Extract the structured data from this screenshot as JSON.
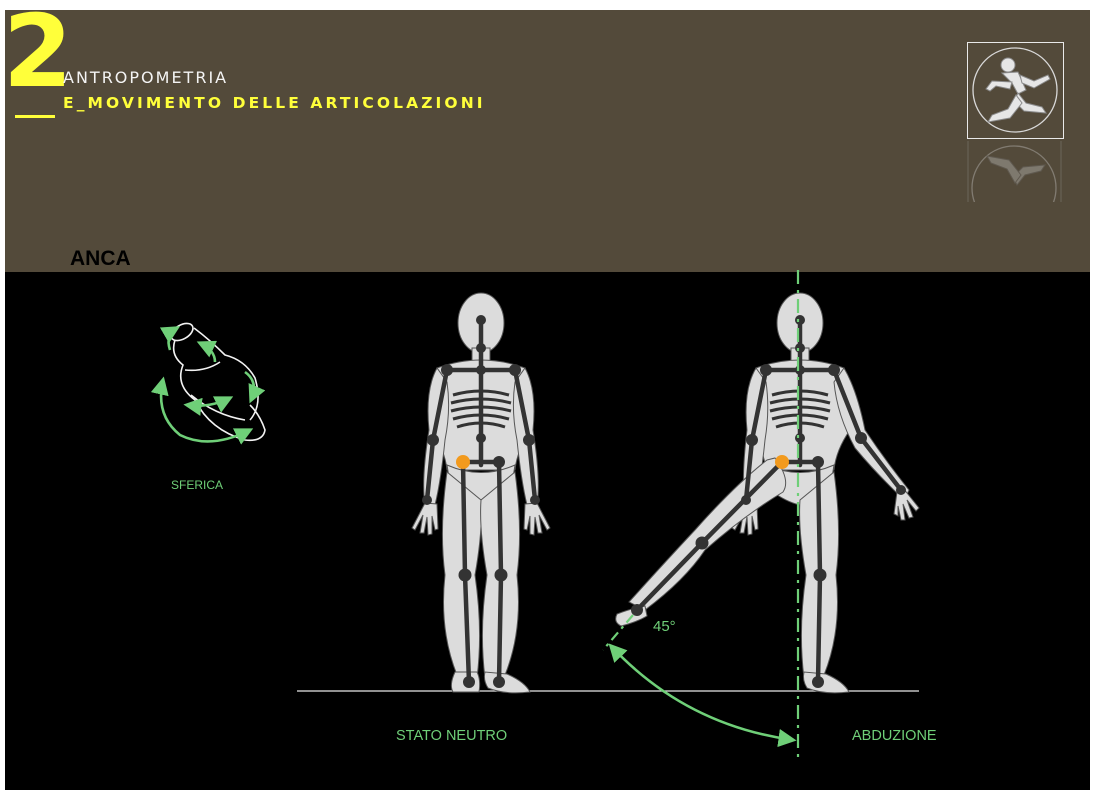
{
  "header": {
    "number": "2",
    "title": "ANTROPOMETRIA",
    "subtitle": "E_MOVIMENTO DELLE ARTICOLAZIONI"
  },
  "section_title": "ANCA",
  "joint_type": "SFERICA",
  "labels": {
    "neutral": "STATO NEUTRO",
    "abduction": "ABDUZIONE",
    "angle": "45°"
  },
  "colors": {
    "header_bg": "#534a3a",
    "accent_yellow": "#ffff3a",
    "accent_green": "#6fcf78",
    "hip_joint": "#f29a1d"
  },
  "icons": {
    "logo": "running-man-icon"
  }
}
